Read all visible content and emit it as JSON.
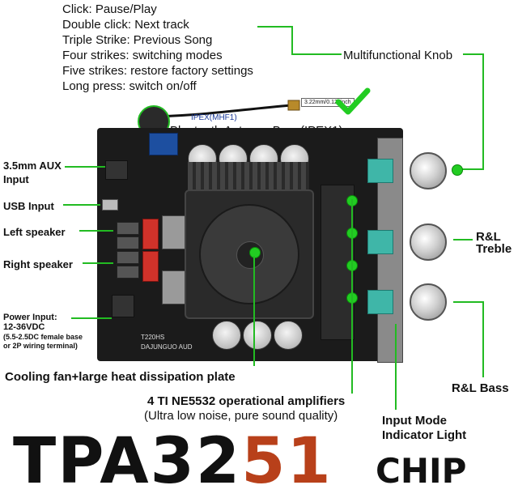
{
  "top_instructions": [
    "Click: Pause/Play",
    "Double click: Next track",
    "Triple Strike: Previous Song",
    "Four strikes: switching modes",
    "Five strikes: restore factory settings",
    "Long press: switch on/off"
  ],
  "labels": {
    "multifunctional_knob": "Multifunctional Knob",
    "ipex": "IPEX(MHF1)",
    "antenna_size": "3.22mm/0.127inch",
    "bluetooth_antenna": "Bluetooth Antenna Base(IPEX1)",
    "aux_input": "3.5mm AUX",
    "aux_input_2": "Input",
    "usb_input": "USB Input",
    "left_speaker": "Left speaker",
    "right_speaker": "Right speaker",
    "rl_treble_1": "R&L",
    "rl_treble_2": "Treble",
    "power_input_1": "Power Input:",
    "power_input_2": "12-36VDC",
    "power_input_3": "(5.5-2.5DC female base",
    "power_input_4": "or 2P wiring terminal)",
    "cooling_fan": "Cooling fan+large heat dissipation plate",
    "rl_bass": "R&L Bass",
    "op_amps_1": "4 TI NE5532 operational amplifiers",
    "op_amps_2": "(Ultra low noise, pure sound quality)",
    "input_mode_1": "Input Mode",
    "input_mode_2": "Indicator Light",
    "board_model": "T220HS",
    "board_brand": "DAJUNGUO AUD"
  },
  "title": {
    "main_dark": "TPA32",
    "main_hot": "51",
    "suffix": "CHIP"
  },
  "colors": {
    "callout_green": "#22bb22",
    "board": "#1b1b1b",
    "accent_hot": "#b8401a"
  }
}
